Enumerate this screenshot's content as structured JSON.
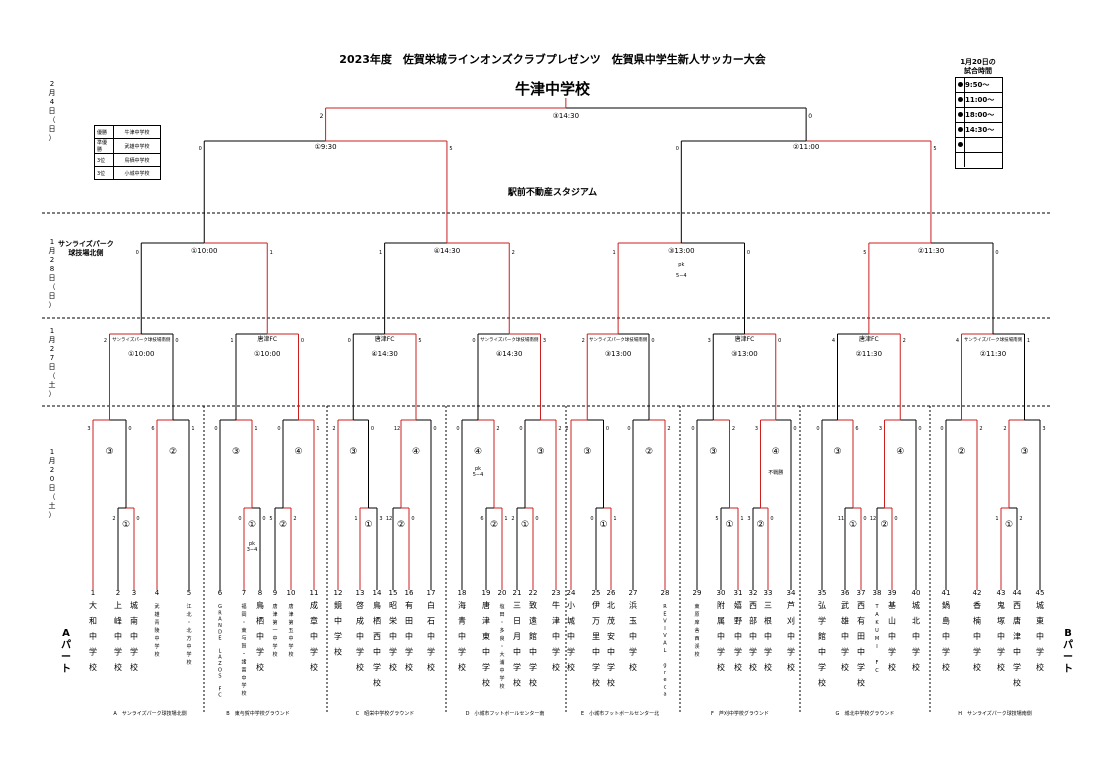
{
  "title": "2023年度　佐賀栄城ラインオンズクラブプレゼンツ　佐賀県中学生新人サッカー大会",
  "winner": "牛津中学校",
  "stadium": "駅前不動産スタジアム",
  "park_label": "サンライズパーク\n球技場北側",
  "date_labels": {
    "feb4": "2\n月\n4\n日\n（\n日\n）",
    "jan28": "1\n月\n2\n8\n日\n（\n日\n）",
    "jan27": "1\n月\n2\n7\n日\n（\n土\n）",
    "jan20": "1\n月\n2\n0\n日\n（\n土\n）"
  },
  "part_a": "A\nパ\nー\nト",
  "part_b": "B\nパ\nー\nト",
  "legend": [
    {
      "rank": "優勝",
      "team": "牛津中学校"
    },
    {
      "rank": "準優勝",
      "team": "武雄中学校"
    },
    {
      "rank": "3位",
      "team": "鳥栖中学校"
    },
    {
      "rank": "3位",
      "team": "小城中学校"
    }
  ],
  "times_box": {
    "title": "1月20日の\n試合時間",
    "rows": [
      {
        "no": "①",
        "time": "9:50～"
      },
      {
        "no": "②",
        "time": "11:00～"
      },
      {
        "no": "③",
        "time": "18:00～"
      },
      {
        "no": "④",
        "time": "14:30～"
      },
      {
        "no": "⑤",
        "time": ""
      },
      {
        "no": "",
        "time": ""
      }
    ]
  },
  "teams": [
    {
      "no": "1",
      "name": "大和中学校"
    },
    {
      "no": "2",
      "name": "上峰中学校"
    },
    {
      "no": "3",
      "name": "城南中学校"
    },
    {
      "no": "4",
      "name": "武雄青陵中学校"
    },
    {
      "no": "5",
      "name": "江北・北方中学校"
    },
    {
      "no": "6",
      "name": "GRANDE LAZOS FC"
    },
    {
      "no": "7",
      "name": "福岡・東与賀・諸富中学校"
    },
    {
      "no": "8",
      "name": "鳥栖中学校"
    },
    {
      "no": "9",
      "name": "唐津第一中学校"
    },
    {
      "no": "10",
      "name": "唐津第五中学校"
    },
    {
      "no": "11",
      "name": "成章中学校"
    },
    {
      "no": "12",
      "name": "鏡中学校"
    },
    {
      "no": "13",
      "name": "啓成中学校"
    },
    {
      "no": "14",
      "name": "鳥栖西中学校"
    },
    {
      "no": "15",
      "name": "昭栄中学校"
    },
    {
      "no": "16",
      "name": "有田中学校"
    },
    {
      "no": "17",
      "name": "白石中学校"
    },
    {
      "no": "18",
      "name": "海青中学校"
    },
    {
      "no": "19",
      "name": "唐津東中学校"
    },
    {
      "no": "20",
      "name": "塩田・多良・大浦中学校"
    },
    {
      "no": "21",
      "name": "三日月中学校"
    },
    {
      "no": "22",
      "name": "致遠館中学校"
    },
    {
      "no": "23",
      "name": "牛津中学校"
    },
    {
      "no": "24",
      "name": "小城中学校"
    },
    {
      "no": "25",
      "name": "伊万里中学校"
    },
    {
      "no": "26",
      "name": "北茂安中学校"
    },
    {
      "no": "27",
      "name": "浜玉中学校"
    },
    {
      "no": "28",
      "name": "REVIVAL greca"
    },
    {
      "no": "29",
      "name": "東原庠舎西渓校"
    },
    {
      "no": "30",
      "name": "附属中学校"
    },
    {
      "no": "31",
      "name": "嬉野中学校"
    },
    {
      "no": "32",
      "name": "西部中学校"
    },
    {
      "no": "33",
      "name": "三根中学校"
    },
    {
      "no": "34",
      "name": "芦刈中学校"
    },
    {
      "no": "35",
      "name": "弘学館中学校"
    },
    {
      "no": "36",
      "name": "武雄中学校"
    },
    {
      "no": "37",
      "name": "西有田中学校"
    },
    {
      "no": "38",
      "name": "TAKUMI FC"
    },
    {
      "no": "39",
      "name": "基山中学校"
    },
    {
      "no": "40",
      "name": "城北中学校"
    },
    {
      "no": "41",
      "name": "鍋島中学校"
    },
    {
      "no": "42",
      "name": "香楠中学校"
    },
    {
      "no": "43",
      "name": "鬼塚中学校"
    },
    {
      "no": "44",
      "name": "西唐津中学校"
    },
    {
      "no": "45",
      "name": "城東中学校"
    }
  ],
  "venues": [
    "A　サンライズパーク球技場北側",
    "B　東与賀中学校グラウンド",
    "C　昭栄中学校グラウンド",
    "D　小城市フットボールセンター南",
    "E　小城市フットボールセンター北",
    "F　芦刈中学校グラウンド",
    "G　城北中学校グラウンド",
    "H　サンライズパーク球技場南側"
  ],
  "r1_matches": [
    {
      "no": "①",
      "s1": "2",
      "s2": "0"
    },
    {
      "no": "①",
      "s1": "0",
      "s2": "0",
      "pk": "pk\n3−4"
    },
    {
      "no": "②",
      "s1": "5",
      "s2": "2"
    },
    {
      "no": "①",
      "s1": "1",
      "s2": "3"
    },
    {
      "no": "②",
      "s1": "12",
      "s2": "0"
    },
    {
      "no": "②",
      "s1": "6",
      "s2": "1"
    },
    {
      "no": "①",
      "s1": "2",
      "s2": "0"
    },
    {
      "no": "①",
      "s1": "0",
      "s2": "1"
    },
    {
      "no": "①",
      "s1": "5",
      "s2": "1"
    },
    {
      "no": "②",
      "s1": "3",
      "s2": "0"
    },
    {
      "no": "①",
      "s1": "11",
      "s2": "0"
    },
    {
      "no": "②",
      "s1": "12",
      "s2": "0"
    },
    {
      "no": "①",
      "s1": "1",
      "s2": "2"
    }
  ],
  "r2_matches": [
    {
      "no": "③",
      "s1": "3",
      "s2": "0"
    },
    {
      "no": "②",
      "s1": "6",
      "s2": "1"
    },
    {
      "no": "③",
      "s1": "0",
      "s2": "1"
    },
    {
      "no": "④",
      "s1": "0",
      "s2": "1"
    },
    {
      "no": "③",
      "s1": "2",
      "s2": "0"
    },
    {
      "no": "④",
      "s1": "12",
      "s2": "0"
    },
    {
      "no": "④",
      "s1": "0",
      "s2": "2",
      "pk": "pk\n5−4"
    },
    {
      "no": "③",
      "s1": "0",
      "s2": "2"
    },
    {
      "no": "③",
      "s1": "2",
      "s2": "0"
    },
    {
      "no": "②",
      "s1": "0",
      "s2": "2"
    },
    {
      "no": "③",
      "s1": "0",
      "s2": "2"
    },
    {
      "no": "④",
      "s1": "3",
      "s2": "0",
      "note": "不戦勝"
    },
    {
      "no": "③",
      "s1": "0",
      "s2": "6"
    },
    {
      "no": "④",
      "s1": "3",
      "s2": "0"
    },
    {
      "no": "②",
      "s1": "0",
      "s2": "2"
    },
    {
      "no": "③",
      "s1": "2",
      "s2": "3"
    }
  ],
  "r3_matches": [
    {
      "venue": "サンライズパーク球技場南側",
      "time": "①10:00",
      "s1": "2",
      "s2": "0"
    },
    {
      "venue": "唐津FC",
      "time": "①10:00",
      "s1": "1",
      "s2": "0"
    },
    {
      "venue": "唐津FC",
      "time": "④14:30",
      "s1": "0",
      "s2": "5"
    },
    {
      "venue": "サンライズパーク球技場南側",
      "time": "④14:30",
      "s1": "0",
      "s2": "3"
    },
    {
      "venue": "サンライズパーク球技場南側",
      "time": "③13:00",
      "s1": "2",
      "s2": "0"
    },
    {
      "venue": "唐津FC",
      "time": "③13:00",
      "s1": "3",
      "s2": "0"
    },
    {
      "venue": "唐津FC",
      "time": "②11:30",
      "s1": "4",
      "s2": "2"
    },
    {
      "venue": "サンライズパーク球技場南側",
      "time": "②11:30",
      "s1": "4",
      "s2": "1"
    }
  ],
  "qf_matches": [
    {
      "time": "①10:00",
      "s1": "0",
      "s2": "1"
    },
    {
      "time": "④14:30",
      "s1": "1",
      "s2": "2"
    },
    {
      "time": "③13:00",
      "s1": "1",
      "s2": "0",
      "pk": "pk\n5−4"
    },
    {
      "time": "②11:30",
      "s1": "5",
      "s2": "0"
    }
  ],
  "sf_matches": [
    {
      "time": "①9:30",
      "s1": "0",
      "s2": "5"
    },
    {
      "time": "②11:00",
      "s1": "0",
      "s2": "5"
    }
  ],
  "final_match": {
    "time": "③14:30",
    "s1": "2",
    "s2": "0"
  }
}
